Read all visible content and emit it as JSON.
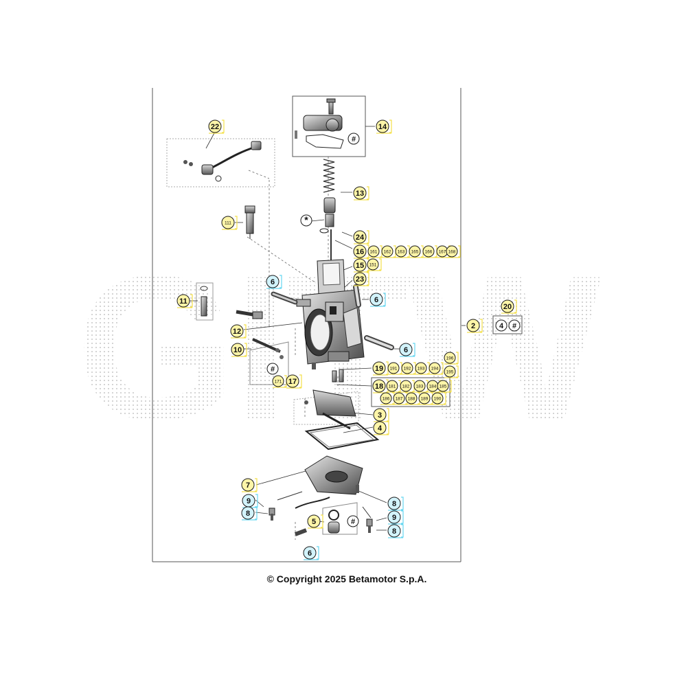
{
  "copyright": "© Copyright 2025 Betamotor S.p.A.",
  "watermark": "GITW",
  "colors": {
    "callout_yellow": "#fdf5a8",
    "callout_cyan": "#d2f3fb",
    "callout_white": "#ffffff",
    "bracket_yellow": "#f4e04a",
    "bracket_cyan": "#66d6f0",
    "frame": "#555555",
    "watermark_dots": "#c4c4c4"
  },
  "callouts": [
    {
      "label": "22",
      "kind": "yellow"
    },
    {
      "label": "14",
      "kind": "yellow"
    },
    {
      "label": "#",
      "kind": "white"
    },
    {
      "label": "13",
      "kind": "yellow"
    },
    {
      "label": "*",
      "kind": "white"
    },
    {
      "label": "111",
      "kind": "yellow"
    },
    {
      "label": "24",
      "kind": "yellow"
    },
    {
      "label": "16",
      "kind": "yellow"
    },
    {
      "label": "161",
      "kind": "yellow"
    },
    {
      "label": "162",
      "kind": "yellow"
    },
    {
      "label": "163",
      "kind": "yellow"
    },
    {
      "label": "165",
      "kind": "yellow"
    },
    {
      "label": "166",
      "kind": "yellow"
    },
    {
      "label": "167",
      "kind": "yellow"
    },
    {
      "label": "168",
      "kind": "yellow"
    },
    {
      "label": "15",
      "kind": "yellow"
    },
    {
      "label": "151",
      "kind": "yellow"
    },
    {
      "label": "23",
      "kind": "yellow"
    },
    {
      "label": "6",
      "kind": "cyan"
    },
    {
      "label": "6",
      "kind": "cyan"
    },
    {
      "label": "11",
      "kind": "yellow"
    },
    {
      "label": "20",
      "kind": "yellow"
    },
    {
      "label": "4",
      "kind": "white"
    },
    {
      "label": "#",
      "kind": "white"
    },
    {
      "label": "2",
      "kind": "yellow"
    },
    {
      "label": "12",
      "kind": "yellow"
    },
    {
      "label": "6",
      "kind": "cyan"
    },
    {
      "label": "10",
      "kind": "yellow"
    },
    {
      "label": "#",
      "kind": "white"
    },
    {
      "label": "171",
      "kind": "yellow"
    },
    {
      "label": "17",
      "kind": "yellow"
    },
    {
      "label": "19",
      "kind": "yellow"
    },
    {
      "label": "191",
      "kind": "yellow"
    },
    {
      "label": "192",
      "kind": "yellow"
    },
    {
      "label": "193",
      "kind": "yellow"
    },
    {
      "label": "194",
      "kind": "yellow"
    },
    {
      "label": "196",
      "kind": "yellow"
    },
    {
      "label": "195",
      "kind": "yellow"
    },
    {
      "label": "18",
      "kind": "yellow"
    },
    {
      "label": "181",
      "kind": "yellow"
    },
    {
      "label": "182",
      "kind": "yellow"
    },
    {
      "label": "183",
      "kind": "yellow"
    },
    {
      "label": "184",
      "kind": "yellow"
    },
    {
      "label": "185",
      "kind": "yellow"
    },
    {
      "label": "186",
      "kind": "yellow"
    },
    {
      "label": "187",
      "kind": "yellow"
    },
    {
      "label": "188",
      "kind": "yellow"
    },
    {
      "label": "189",
      "kind": "yellow"
    },
    {
      "label": "190",
      "kind": "yellow"
    },
    {
      "label": "3",
      "kind": "yellow"
    },
    {
      "label": "4",
      "kind": "yellow"
    },
    {
      "label": "7",
      "kind": "yellow"
    },
    {
      "label": "8",
      "kind": "cyan"
    },
    {
      "label": "9",
      "kind": "cyan"
    },
    {
      "label": "8",
      "kind": "cyan"
    },
    {
      "label": "5",
      "kind": "yellow"
    },
    {
      "label": "#",
      "kind": "white"
    },
    {
      "label": "9",
      "kind": "cyan"
    },
    {
      "label": "8",
      "kind": "cyan"
    },
    {
      "label": "6",
      "kind": "cyan"
    }
  ]
}
